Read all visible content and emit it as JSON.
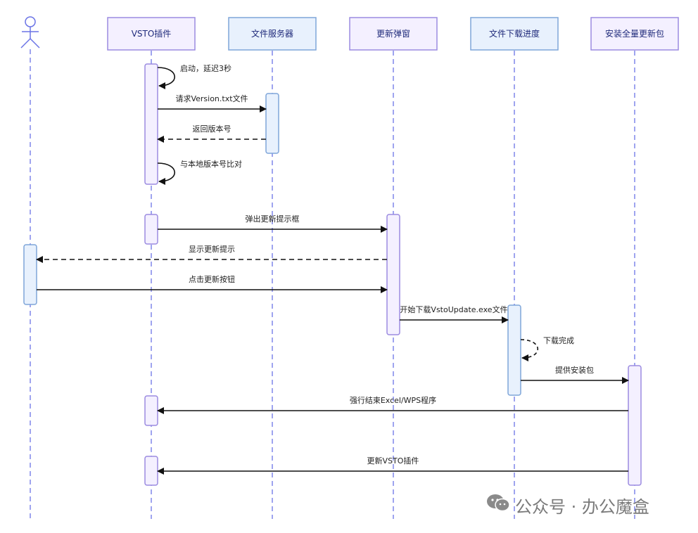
{
  "participants": [
    {
      "id": "user",
      "type": "actor",
      "label": ""
    },
    {
      "id": "vsto",
      "type": "box",
      "label": "VSTO插件"
    },
    {
      "id": "fs",
      "type": "box",
      "label": "文件服务器"
    },
    {
      "id": "popup",
      "type": "box",
      "label": "更新弹窗"
    },
    {
      "id": "progress",
      "type": "box",
      "label": "文件下载进度"
    },
    {
      "id": "installer",
      "type": "box",
      "label": "安装全量更新包"
    }
  ],
  "messages": [
    {
      "from": "vsto",
      "to": "vsto",
      "label": "启动，延迟3秒",
      "style": "self"
    },
    {
      "from": "vsto",
      "to": "fs",
      "label": "请求Version.txt文件",
      "style": "solid"
    },
    {
      "from": "fs",
      "to": "vsto",
      "label": "返回版本号",
      "style": "dashed"
    },
    {
      "from": "vsto",
      "to": "vsto",
      "label": "与本地版本号比对",
      "style": "self"
    },
    {
      "from": "vsto",
      "to": "popup",
      "label": "弹出更新提示框",
      "style": "solid"
    },
    {
      "from": "popup",
      "to": "user",
      "label": "显示更新提示",
      "style": "dashed"
    },
    {
      "from": "user",
      "to": "popup",
      "label": "点击更新按钮",
      "style": "solid"
    },
    {
      "from": "popup",
      "to": "progress",
      "label": "开始下载VstoUpdate.exe文件",
      "style": "solid"
    },
    {
      "from": "progress",
      "to": "progress",
      "label": "下载完成",
      "style": "self-dashed"
    },
    {
      "from": "progress",
      "to": "installer",
      "label": "提供安装包",
      "style": "solid"
    },
    {
      "from": "installer",
      "to": "vsto",
      "label": "强行结束Excel/WPS程序",
      "style": "solid"
    },
    {
      "from": "installer",
      "to": "vsto",
      "label": "更新VSTO插件",
      "style": "solid"
    }
  ],
  "colors": {
    "lifeline": "#6b74e6",
    "box_stroke": "#9b8be0",
    "box_fill": "#f4f0ff",
    "box_alt_fill": "#e8f1fd",
    "box_alt_stroke": "#7fa6d9",
    "arrow": "#111111"
  },
  "watermark": {
    "icon": "wechat-icon",
    "text": "公众号 · 办公魔盒"
  }
}
